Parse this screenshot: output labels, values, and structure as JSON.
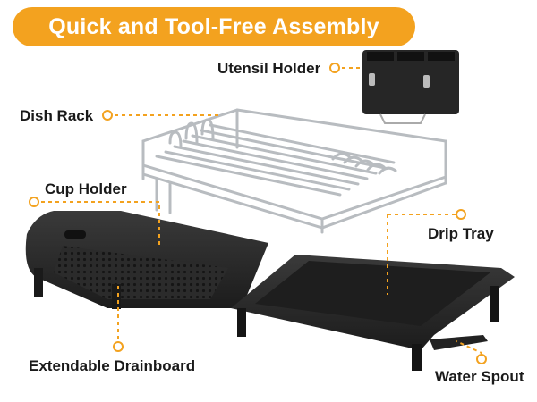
{
  "title": "Quick and Tool-Free Assembly",
  "labels": {
    "utensil_holder": "Utensil Holder",
    "dish_rack": "Dish Rack",
    "cup_holder": "Cup Holder",
    "drip_tray": "Drip Tray",
    "extendable_drainboard": "Extendable Drainboard",
    "water_spout": "Water Spout"
  },
  "colors": {
    "accent": "#f3a21f",
    "product_black": "#232323",
    "steel": "#b8bcc0"
  }
}
